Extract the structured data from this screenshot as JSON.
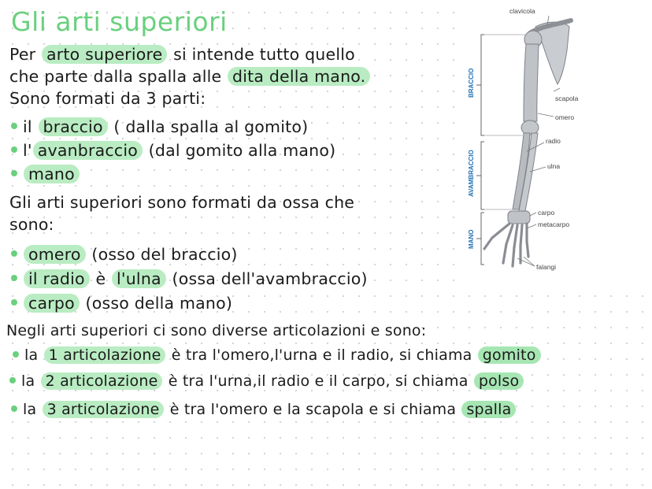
{
  "title": "Gli arti superiori",
  "intro": {
    "l1_pre": "Per ",
    "l1_hl": "arto superiore",
    "l1_post": " si intende tutto quello",
    "l2_pre": "che parte dalla spalla alle ",
    "l2_hl": "dita della mano.",
    "l3": "Sono formati da 3 parti:"
  },
  "parts": [
    {
      "pre": "il ",
      "hl": "braccio",
      "post": " ( dalla spalla al gomito)"
    },
    {
      "pre": "l'",
      "hl": "avanbraccio",
      "post": " (dal gomito alla mano)"
    },
    {
      "pre": "",
      "hl": "mano",
      "post": ""
    }
  ],
  "ossa_intro": {
    "l1": "Gli arti superiori sono formati da ossa che",
    "l2": "sono:"
  },
  "ossa": [
    {
      "hl": "omero",
      "post": " (osso del braccio)"
    },
    {
      "hl_a": "il radio",
      "mid": " è ",
      "hl_b": "l'ulna",
      "post": " (ossa dell'avambraccio)"
    },
    {
      "hl": "carpo",
      "post": " (osso della mano)"
    }
  ],
  "artic_intro": "Negli arti superiori  ci sono diverse articolazioni e sono:",
  "articolazioni": [
    {
      "pre": "la ",
      "hl": "1 articolazione",
      "post": " è tra l'omero,l'urna e il radio, si chiama ",
      "name": "gomito"
    },
    {
      "pre": "la ",
      "hl": "2 articolazione",
      "post": " è tra l'urna,il radio e il carpo, si chiama ",
      "name": "polso"
    },
    {
      "pre": "la ",
      "hl": "3 articolazione",
      "post": " è tra l'omero e la scapola e si chiama ",
      "name": "spalla"
    }
  ],
  "figure": {
    "labels": {
      "clavicola": "clavicola",
      "scapola": "scapola",
      "omero": "omero",
      "radio": "radio",
      "ulna": "ulna",
      "carpo": "carpo",
      "metacarpo": "metacarpo",
      "falangi": "falangi"
    },
    "regions": {
      "braccio": "BRACCIO",
      "avambraccio": "AVAMBRACCIO",
      "mano": "MANO"
    }
  },
  "colors": {
    "title_green": "#6ad07e",
    "highlight": "#b9ecc2",
    "region_blue": "#1f6fb2"
  }
}
